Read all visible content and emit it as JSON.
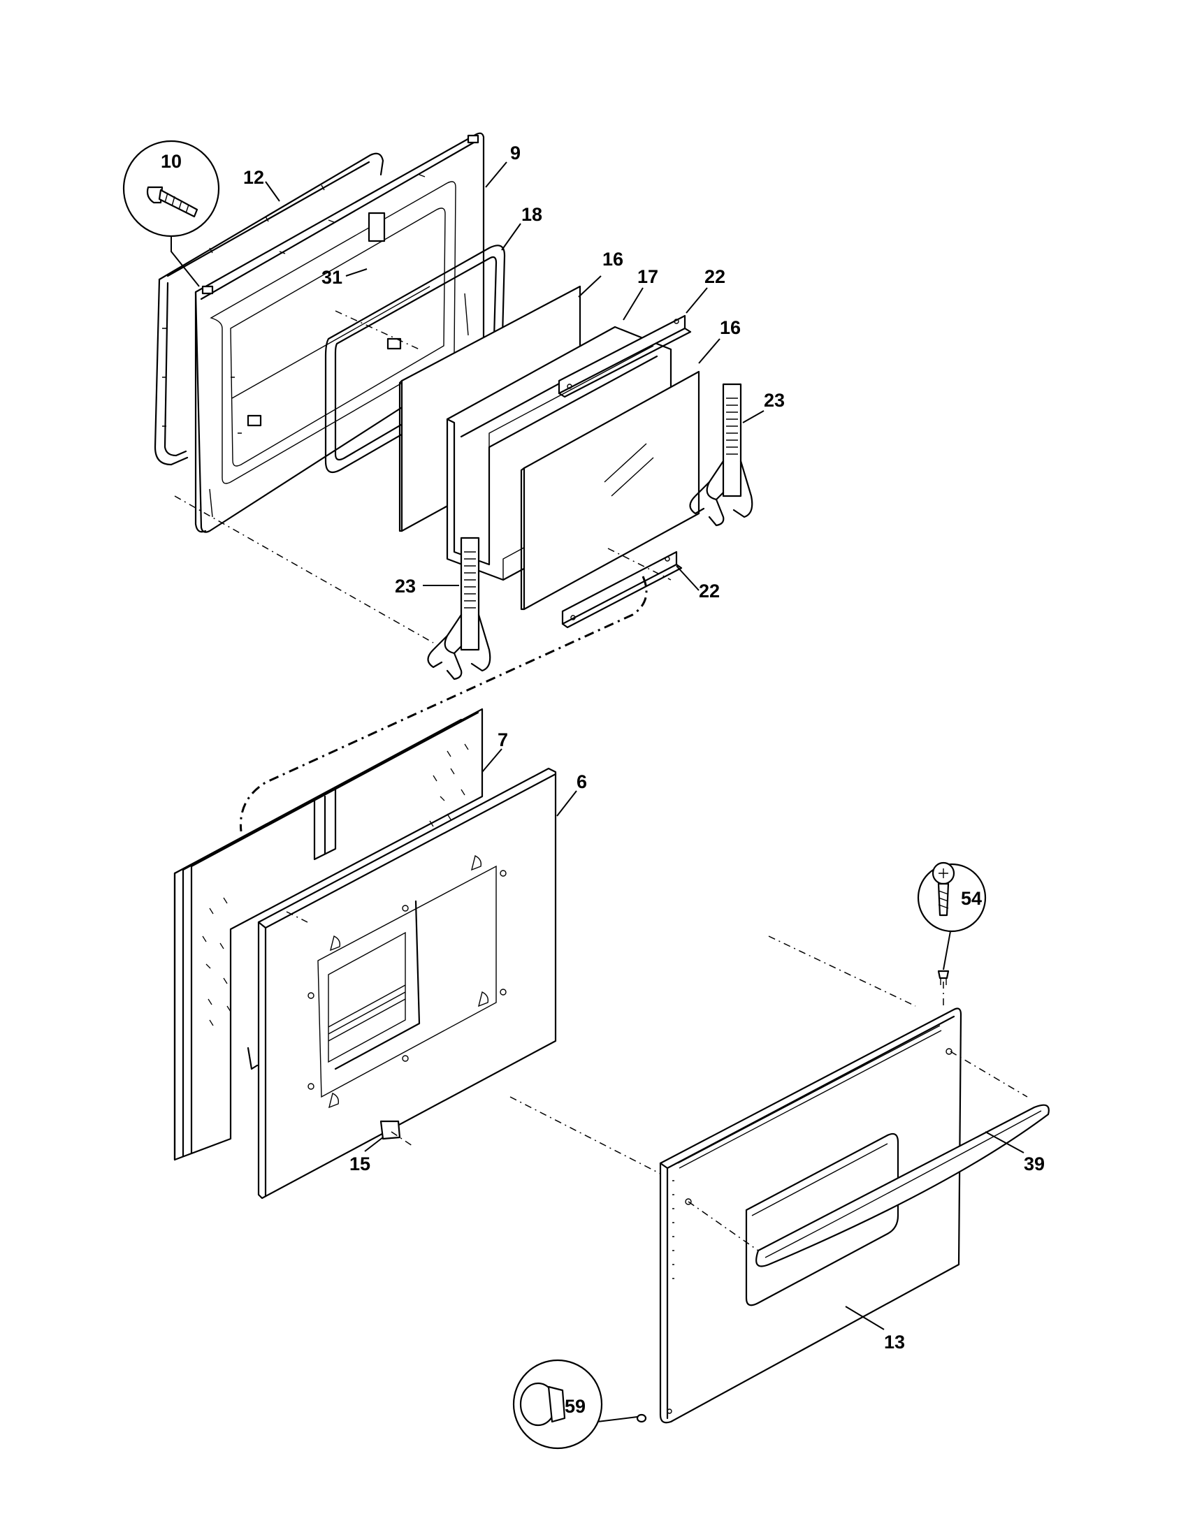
{
  "callouts": {
    "p10": "10",
    "p12": "12",
    "p9": "9",
    "p18": "18",
    "p31": "31",
    "p16a": "16",
    "p17": "17",
    "p22a": "22",
    "p16b": "16",
    "p23a": "23",
    "p23b": "23",
    "p22b": "22",
    "p7": "7",
    "p6": "6",
    "p54": "54",
    "p15": "15",
    "p39": "39",
    "p13": "13",
    "p59": "59"
  }
}
